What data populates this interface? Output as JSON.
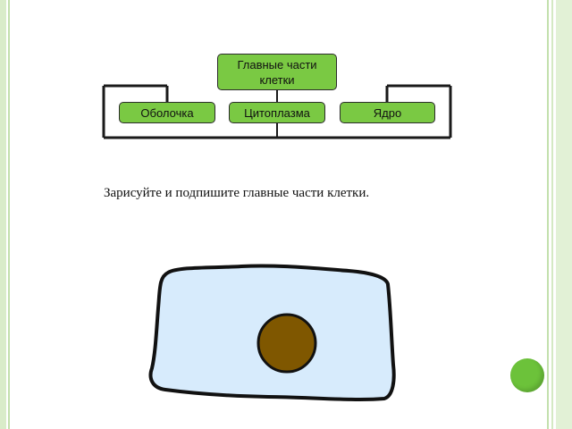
{
  "diagram": {
    "root": {
      "label": "Главные части клетки"
    },
    "children": [
      {
        "label": "Оболочка"
      },
      {
        "label": "Цитоплазма"
      },
      {
        "label": "Ядро"
      }
    ]
  },
  "instruction": "Зарисуйте и подпишите главные части клетки.",
  "colors": {
    "node_fill": "#7ac943",
    "cell_fill": "#d7ebfc",
    "nucleus_fill": "#7f5700",
    "nav_button": "#6cc23a",
    "decor_stripes": "#d9ecc9"
  }
}
